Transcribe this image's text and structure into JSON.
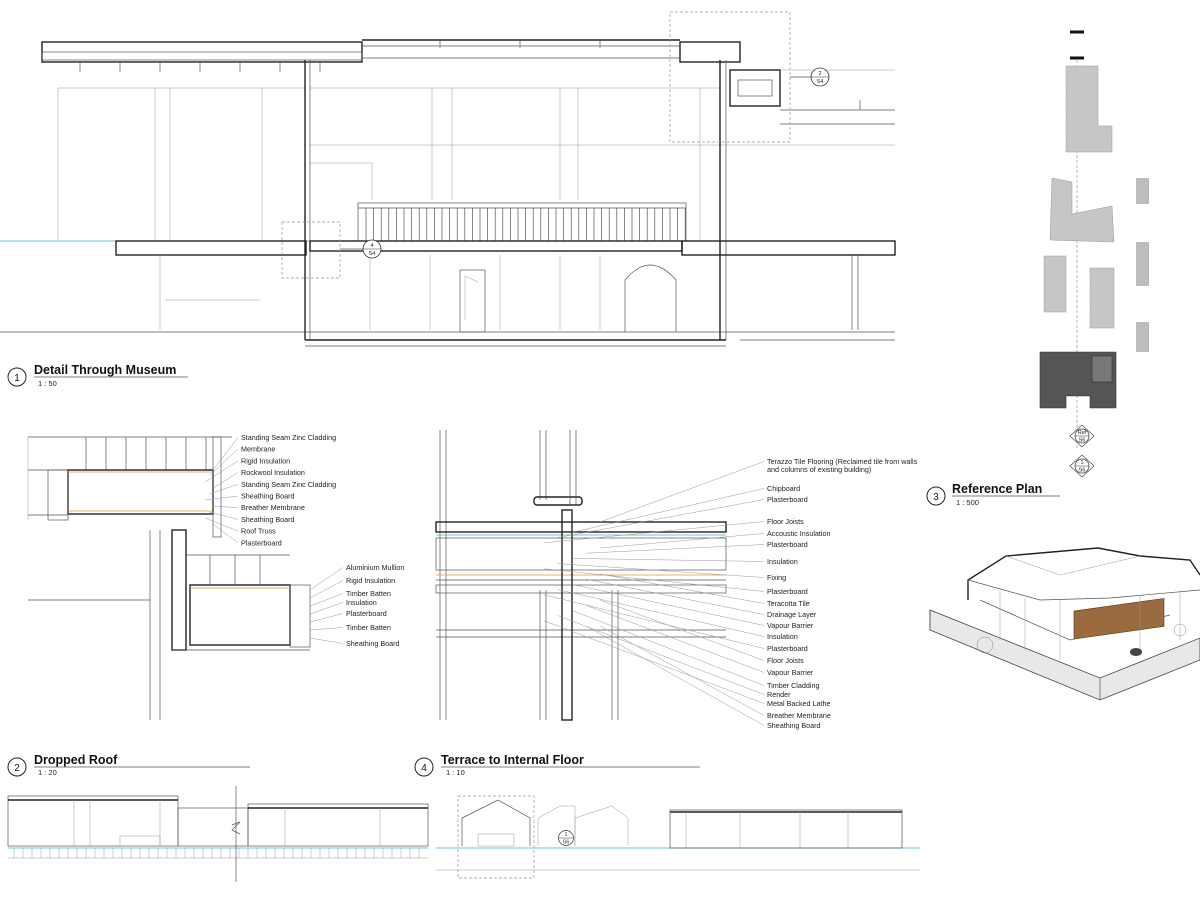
{
  "views": [
    {
      "number": "1",
      "title": "Detail Through Museum",
      "scale": "1 : 50"
    },
    {
      "number": "2",
      "title": "Dropped Roof",
      "scale": "1 : 20"
    },
    {
      "number": "3",
      "title": "Reference Plan",
      "scale": "1 : 500"
    },
    {
      "number": "4",
      "title": "Terrace to Internal Floor",
      "scale": "1 : 10"
    }
  ],
  "callouts": {
    "c_2_s4": {
      "top": "2",
      "bottom": "S4"
    },
    "c_4_s4": {
      "top": "4",
      "bottom": "S4"
    },
    "c_ref_s6": {
      "top": "Ref",
      "bottom": "S6"
    },
    "c_1_s6": {
      "top": "1",
      "bottom": "S6"
    },
    "c_1_s6_elev": {
      "top": "1",
      "bottom": "S6"
    }
  },
  "dropped_roof_labels": [
    "Standing Seam Zinc Cladding",
    "Membrane",
    "Rigid Insulation",
    "Rockwool Insulation",
    "Standing Seam Zinc Cladding",
    "Sheathing Board",
    "Breather Membrane",
    "Sheathing Board",
    "Roof Truss",
    "Plasterboard"
  ],
  "dropped_roof_labels_lower": [
    "Aluminium Mullion",
    "Rigid Insulation",
    "Timber Batten",
    "Insulation",
    "Plasterboard",
    "Timber Batten",
    "Sheathing Board"
  ],
  "terrace_labels": [
    "Terazzo Tile Flooring (Reclaimed tile from walls",
    "and columns of existing building)",
    "Chipboard",
    "Plasterboard",
    "Floor Joists",
    "Accoustic Insulation",
    "Plasterboard",
    "Insulation",
    "Fixing",
    "Plasterboard",
    "Teracotta Tile",
    "Drainage Layer",
    "Vapour Barrier",
    "Insulation",
    "Plasterboard",
    "Floor Joists",
    "Vapour Barrier",
    "Timber Cladding",
    "Render",
    "Metal Backed Lathe",
    "Breather Membrane",
    "Sheathing Board"
  ],
  "colors": {
    "line": "#555555",
    "section_cut": "#222222",
    "ground": "#38b6c8",
    "membrane": "#e0962c",
    "plan_fill": "#bdbdbd",
    "plan_focus": "#555555",
    "timber": "#9a6b3f"
  }
}
